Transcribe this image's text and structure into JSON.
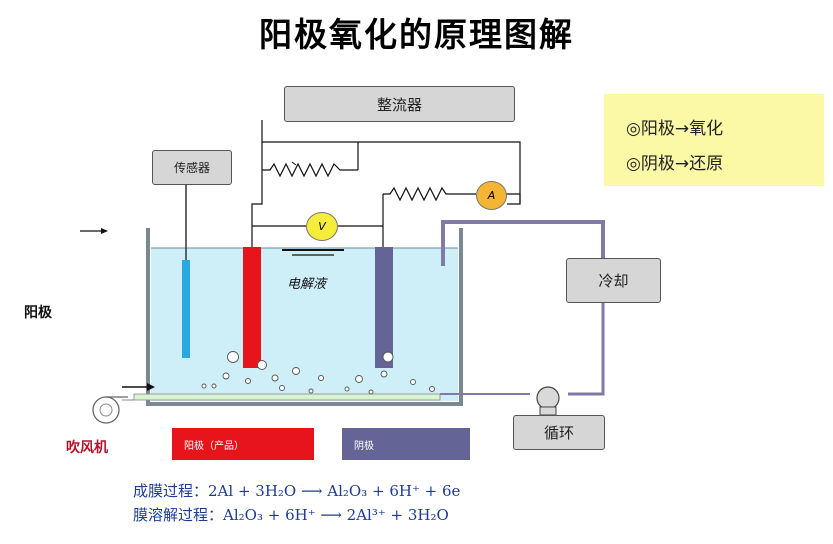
{
  "title": "阳极氧化的原理图解",
  "labels": {
    "rectifier": "整流器",
    "sensor": "传感器",
    "cooling": "冷却",
    "circulation": "循环",
    "electrolyte": "电解液",
    "voltmeter": "V",
    "ammeter": "A",
    "anode_side": "阳极",
    "blower": "吹风机"
  },
  "legend_box": {
    "line1": "◎阳极→氧化",
    "line2": "◎阴极→还原"
  },
  "bottom_legend": {
    "anode": "阳极（产品）",
    "cathode": "阴极"
  },
  "equations": {
    "film_label": "成膜过程：",
    "film": "2Al + 3H₂O ⟶ Al₂O₃ + 6H⁺ + 6e",
    "dissolve_label": "膜溶解过程：",
    "dissolve": "Al₂O₃ + 6H⁺ ⟶ 2Al³⁺ + 3H₂O"
  },
  "colors": {
    "anode": "#e8141c",
    "cathode": "#646496",
    "electrolyte": "#ceeef8",
    "sensor_probe": "#2aa8e0",
    "legend_bg": "#fbf8a6",
    "equation_text": "#1c3a98",
    "blower_label": "#b2132a"
  }
}
